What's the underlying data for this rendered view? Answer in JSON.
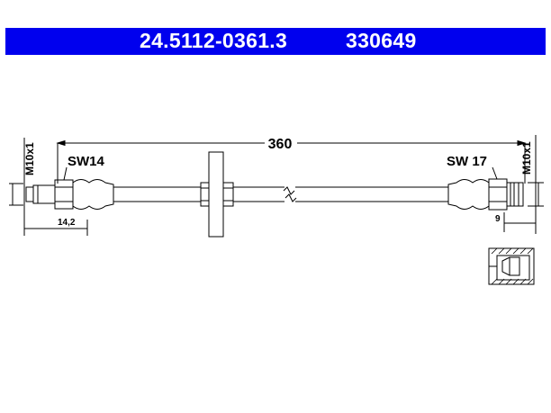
{
  "header": {
    "part_number": "24.5112-0361.3",
    "ref_number": "330649",
    "background_color": "#0000ee",
    "text_color": "#ffffff"
  },
  "drawing": {
    "length": "360",
    "left_thread": "M10x1",
    "right_thread": "M10x1",
    "left_wrench": "SW14",
    "right_wrench": "SW 17",
    "left_offset": "14,2",
    "right_offset": "9"
  }
}
